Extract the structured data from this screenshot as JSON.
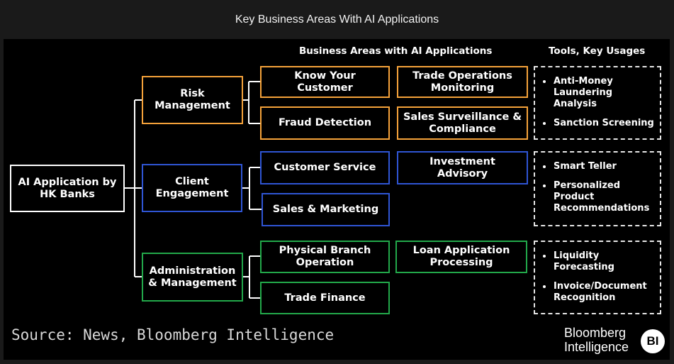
{
  "window": {
    "title": "Key Business Areas With AI Applications"
  },
  "headers": {
    "business_areas": "Business Areas with AI Applications",
    "tools": "Tools, Key Usages"
  },
  "root": "AI Application by HK Banks",
  "categories": {
    "risk": "Risk Management",
    "client": "Client Engagement",
    "admin": "Administration & Management"
  },
  "areas": {
    "kyc": "Know Your Customer",
    "trade_ops": "Trade Operations Monitoring",
    "fraud": "Fraud Detection",
    "sales_surv": "Sales Surveillance & Compliance",
    "cust_service": "Customer Service",
    "invest": "Investment Advisory",
    "sales_mkt": "Sales & Marketing",
    "branch": "Physical Branch Operation",
    "loan": "Loan Application Processing",
    "trade_fin": "Trade Finance"
  },
  "tools": {
    "risk": [
      "Anti-Money Laundering Analysis",
      "Sanction Screening"
    ],
    "client": [
      "Smart Teller",
      "Personalized Product Recommendations"
    ],
    "admin": [
      "Liquidity Forecasting",
      "Invoice/Document Recognition"
    ]
  },
  "colors": {
    "risk": "#f5a23a",
    "client": "#2f55d4",
    "admin": "#22a84a"
  },
  "footer": {
    "source": "Source: News, Bloomberg Intelligence",
    "logo": "Bloomberg Intelligence",
    "badge": "BI"
  }
}
